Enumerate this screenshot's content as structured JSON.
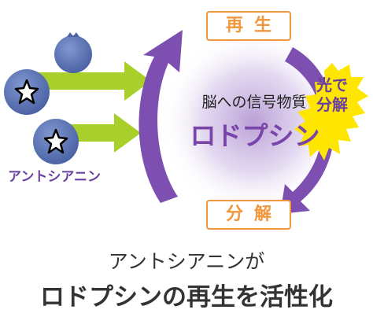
{
  "cycle": {
    "top_label": "再生",
    "bottom_label": "分解",
    "center_line1": "脳への信号物質",
    "center_line2": "ロドプシン",
    "light_label": "光で分解"
  },
  "left": {
    "label": "アントシアニン"
  },
  "caption": {
    "line1": "アントシアニンが",
    "line2": "ロドプシンの再生を活性化"
  },
  "colors": {
    "purple_arrow": "#7d4fb0",
    "green_arrow": "#a8cf2a",
    "berry": "#5f78b8",
    "box_border": "#f0963c",
    "burst": "#ffe600"
  }
}
